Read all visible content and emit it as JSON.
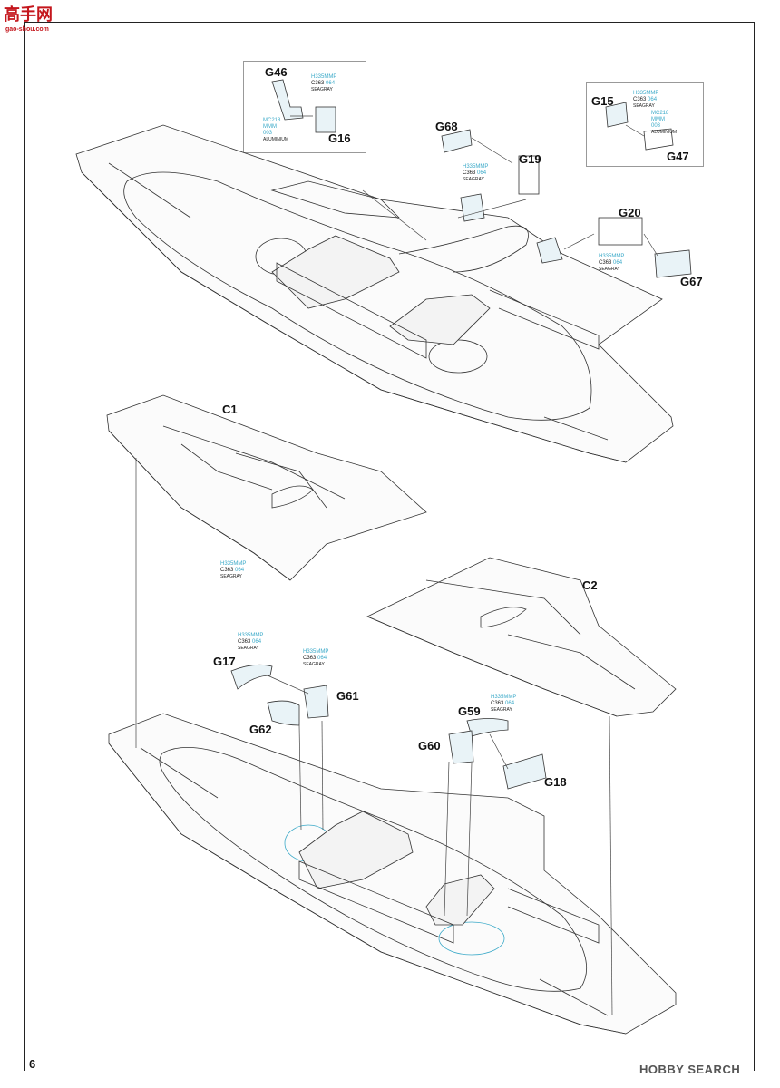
{
  "header": {
    "logo_text": "高手网",
    "logo_url": "gao-shou.com"
  },
  "page_number": "6",
  "watermark": "HOBBY SEARCH",
  "parts": {
    "G46": "G46",
    "G16": "G16",
    "G68": "G68",
    "G19": "G19",
    "G15": "G15",
    "G47": "G47",
    "G20": "G20",
    "G67": "G67",
    "C1": "C1",
    "C2": "C2",
    "G17": "G17",
    "G61": "G61",
    "G62": "G62",
    "G59": "G59",
    "G60": "G60",
    "G18": "G18"
  },
  "paint": {
    "seagray_code_a": "H335MMP",
    "seagray_code_b": "C363",
    "seagray_code_b2": "064",
    "seagray_name": "SEAGRAY",
    "aluminium_code_a": "MC218",
    "aluminium_code_b": "MMM",
    "aluminium_code_b2": "003",
    "aluminium_name": "ALUMINIUM"
  }
}
